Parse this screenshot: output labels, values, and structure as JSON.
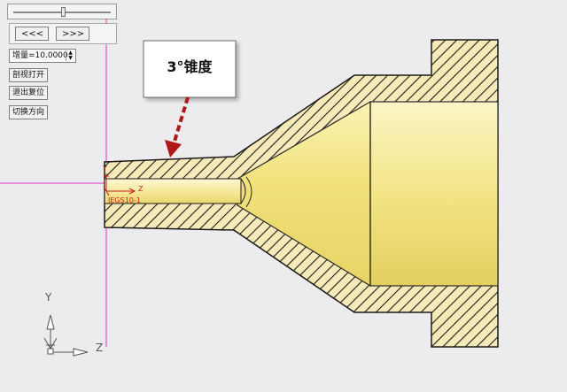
{
  "toolbar": {
    "slider": {
      "value": 0.5
    },
    "prev_label": "<<<",
    "next_label": ">>>",
    "step_field": {
      "value": "增量=10.0000"
    },
    "buttons": [
      "剖视打开",
      "退出复位",
      "切换方向"
    ]
  },
  "callout": {
    "text": "3°锥度"
  },
  "axes": {
    "y_label": "Y",
    "z_label": "Z"
  },
  "marker": {
    "axis_label": "Z",
    "y_tick": "Y",
    "code": "IEGS10-1"
  },
  "colors": {
    "background": "#ececee",
    "part_face": "#f5ea8a",
    "hatch": "#1a1a1a",
    "axis_line": "#e030c0",
    "arrow": "#c02020"
  }
}
